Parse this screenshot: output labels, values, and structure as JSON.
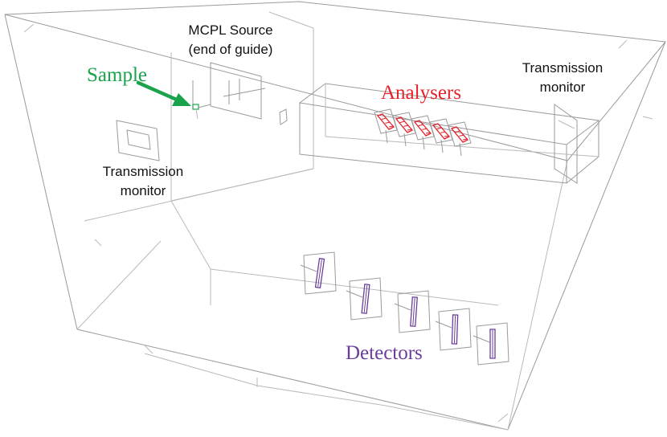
{
  "labels": {
    "mcpl_source_line1": "MCPL Source",
    "mcpl_source_line2": "(end of guide)",
    "sample": "Sample",
    "transmission_monitor_left_line1": "Transmission",
    "transmission_monitor_left_line2": "monitor",
    "transmission_monitor_right_line1": "Transmission",
    "transmission_monitor_right_line2": "monitor",
    "analysers": "Analysers",
    "detectors": "Detectors"
  },
  "colors": {
    "sample": "#1aa34a",
    "analysers": "#e8202a",
    "detectors": "#6a3d9a",
    "wireframe": "#b9b9b9",
    "text": "#111111"
  },
  "components": {
    "analyser_count": 5,
    "detector_count": 5
  }
}
